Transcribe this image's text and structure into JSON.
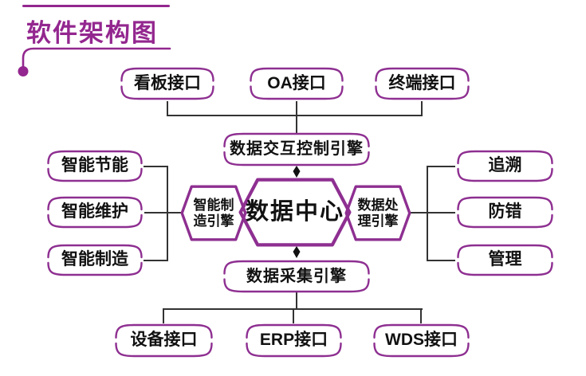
{
  "title": "软件架构图",
  "colors": {
    "purple": "#93278F",
    "box_border": "#8E2F91",
    "connector": "#333333",
    "arrow": "#111111",
    "text": "#111111"
  },
  "top_interfaces": [
    "看板接口",
    "OA接口",
    "终端接口"
  ],
  "engines": {
    "interaction": "数据交互控制引擎",
    "collection": "数据采集引擎",
    "manufacturing": "智能制\n造引擎",
    "processing": "数据处\n理引擎"
  },
  "center_label": "数据中心",
  "left_modules": [
    "智能节能",
    "智能维护",
    "智能制造"
  ],
  "right_modules": [
    "追溯",
    "防错",
    "管理"
  ],
  "bottom_interfaces": [
    "设备接口",
    "ERP接口",
    "WDS接口"
  ]
}
